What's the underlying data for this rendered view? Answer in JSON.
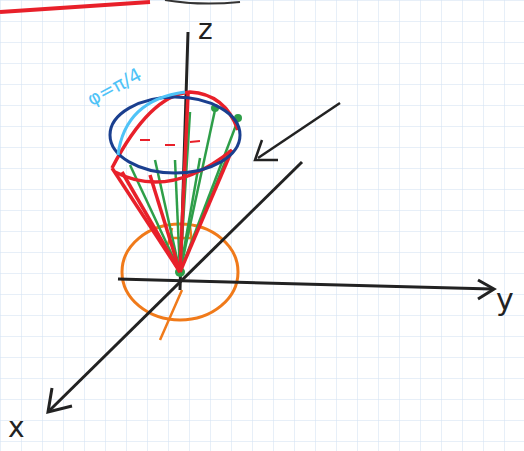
{
  "diagram": {
    "labels": [
      "φ=π/4",
      "z",
      "y",
      "x"
    ]
  }
}
